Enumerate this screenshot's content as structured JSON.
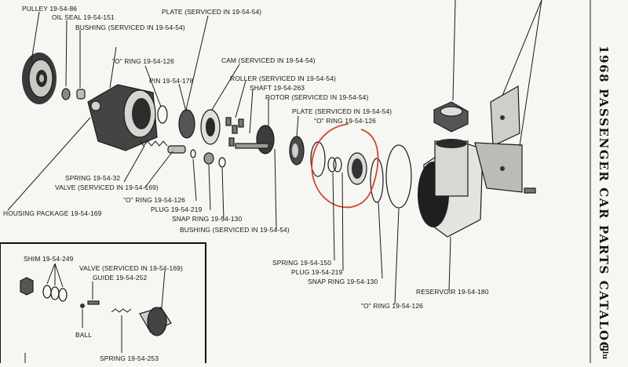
{
  "catalog_title": "1968 PASSENGER CAR PARTS CATALOG",
  "corner_text": "Illu",
  "callouts": {
    "pulley": "PULLEY 19-54-86",
    "oil_seal": "OIL SEAL 19-54-151",
    "bushing_top": "BUSHING (SERVICED IN 19-54-54)",
    "plate_top": "PLATE (SERVICED IN 19-54-54)",
    "o_ring_pin": "\"O\" RING 19-54-126",
    "pin": "PIN 19-54-178",
    "cam": "CAM (SERVICED IN 19-54-54)",
    "roller": "ROLLER (SERVICED IN 19-54-54)",
    "shaft": "SHAFT 19-54-263",
    "rotor": "ROTOR (SERVICED IN 19-54-54)",
    "plate_right": "PLATE (SERVICED IN 19-54-54)",
    "o_ring_top_right": "\"O\" RING 19-54-126",
    "spring_32": "SPRING 19-54-32",
    "valve_169": "VALVE (SERVICED IN 19-54-169)",
    "housing_package": "HOUSING PACKAGE 19-54-169",
    "o_ring_mid": "\"O\" RING 19-54-126",
    "plug_mid": "PLUG 19-54-219",
    "snap_ring_mid": "SNAP RING 19-54-130",
    "bushing_bottom": "BUSHING (SERVICED IN 19-54-54)",
    "spring_150": "SPRING 19-54-150",
    "plug_right": "PLUG 19-54-219",
    "snap_ring_right": "SNAP RING 19-54-130",
    "o_ring_bottom": "\"O\" RING 19-54-126",
    "reservoir": "RESERVOIR 19-54-180"
  },
  "inset": {
    "shim": "SHIM 19-54-249",
    "valve": "VALVE (SERVICED IN 19-54-169)",
    "guide": "GUIDE 19-54-252",
    "ball": "BALL",
    "spring": "SPRING 19-54-253"
  },
  "colors": {
    "ink": "#141414",
    "paper": "#f6f6f3",
    "annotation_circle": "#d2462e"
  }
}
